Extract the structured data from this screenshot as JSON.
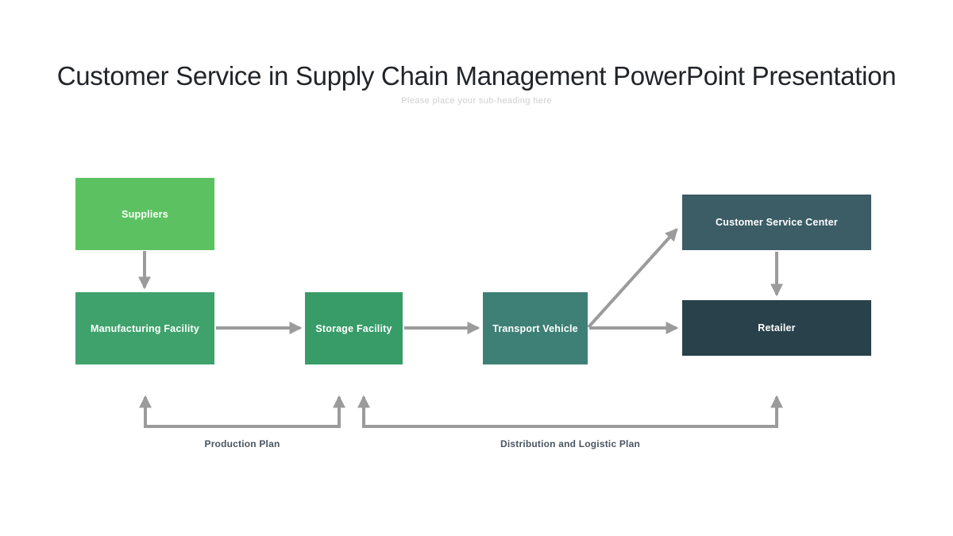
{
  "slide": {
    "title": "Customer Service in Supply Chain Management PowerPoint Presentation",
    "subtitle": "Please place your sub-heading here"
  },
  "nodes": {
    "suppliers": {
      "label": "Suppliers",
      "color": "#5cc261"
    },
    "manufacturing": {
      "label": "Manufacturing Facility",
      "color": "#3fa26c"
    },
    "storage": {
      "label": "Storage Facility",
      "color": "#379c68"
    },
    "transport": {
      "label": "Transport Vehicle",
      "color": "#3e8076"
    },
    "service_center": {
      "label": "Customer Service Center",
      "color": "#3c5c66"
    },
    "retailer": {
      "label": "Retailer",
      "color": "#28414b"
    }
  },
  "annotations": {
    "production_plan": "Production Plan",
    "distribution_plan": "Distribution and Logistic Plan"
  },
  "colors": {
    "arrow": "#9b9b9b",
    "title_text": "#212428",
    "subtitle_text": "#cfcfcf",
    "annotation_text": "#4a5560"
  }
}
